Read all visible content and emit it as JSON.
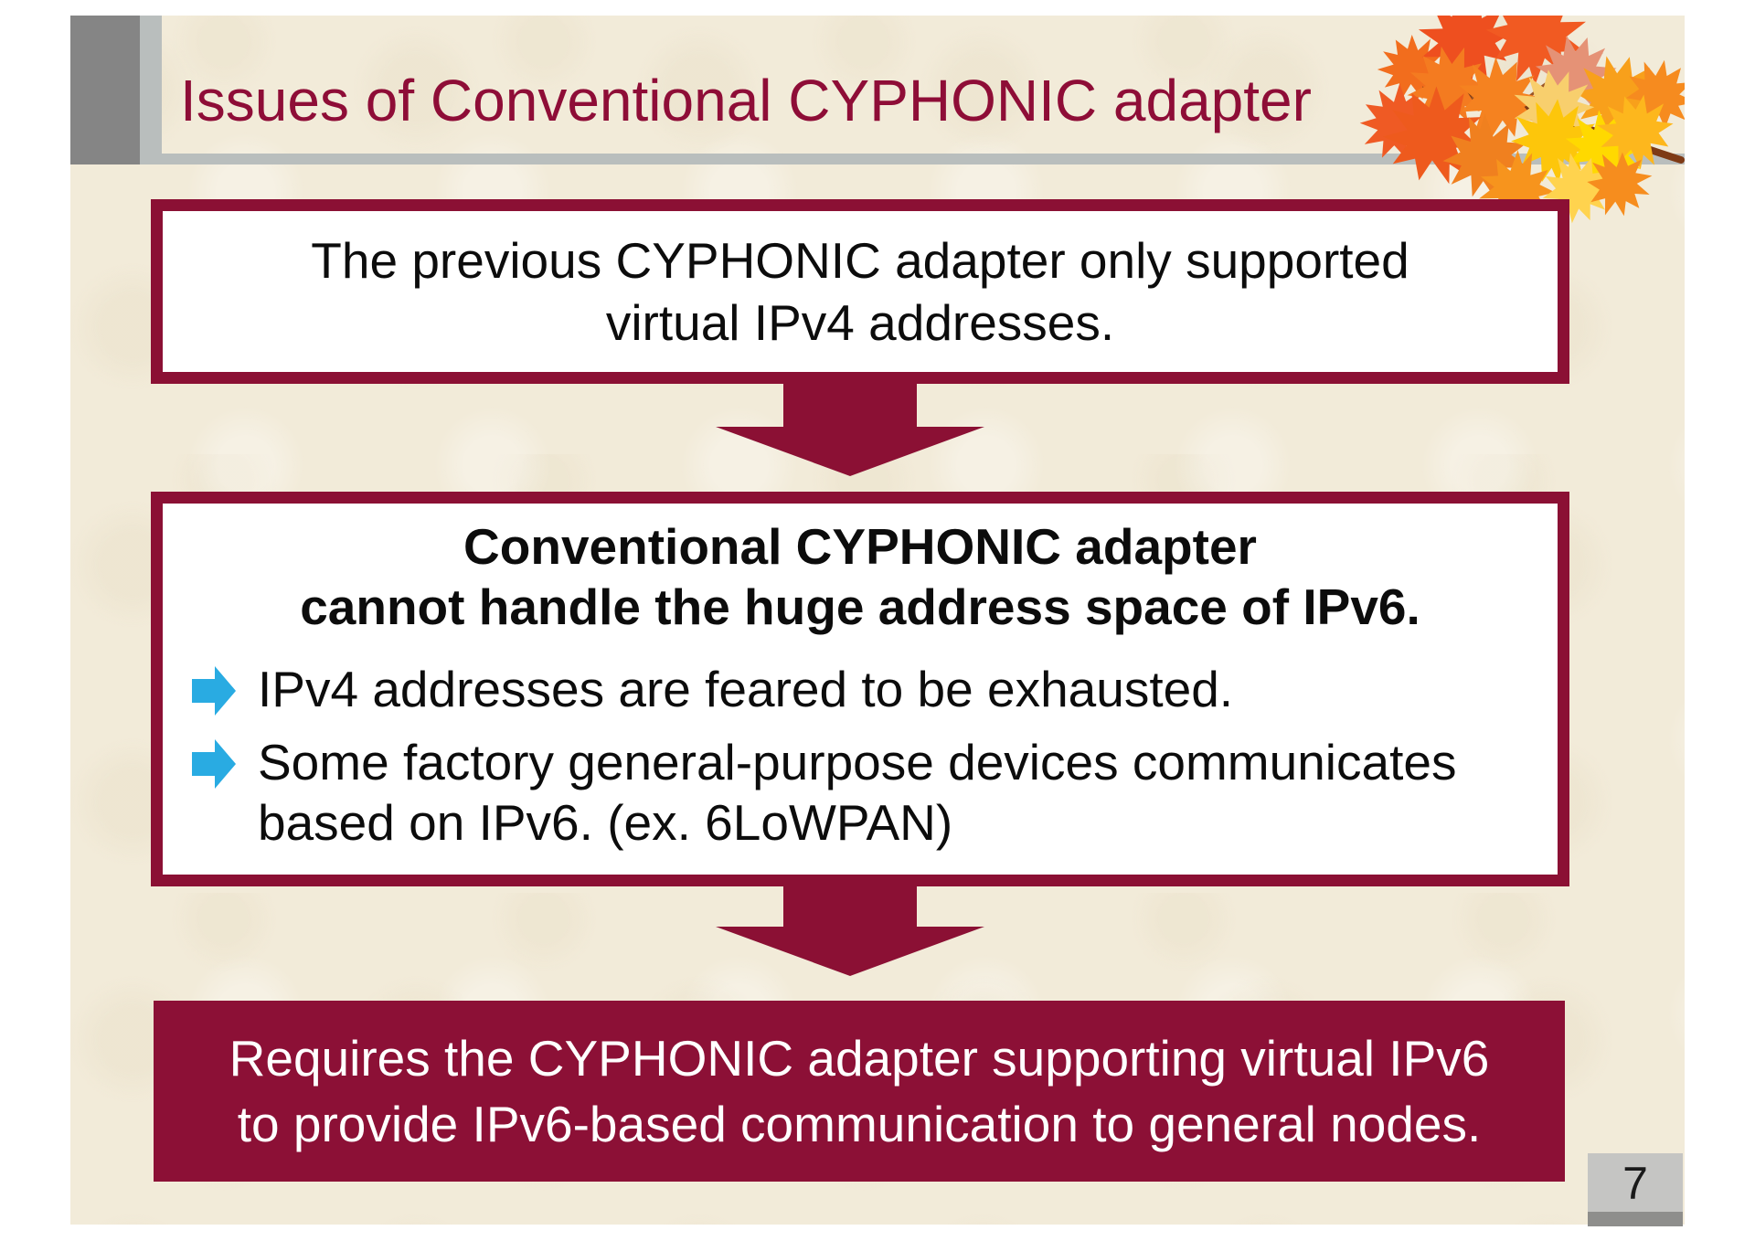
{
  "slide": {
    "title": "Issues of Conventional CYPHONIC adapter",
    "page_number": "7",
    "premise_box": {
      "line1": "The previous CYPHONIC adapter only supported",
      "line2": "virtual IPv4 addresses."
    },
    "problem_box": {
      "heading_line1": "Conventional CYPHONIC adapter",
      "heading_line2": "cannot handle the huge address space of IPv6.",
      "bullet1_line1": "IPv4 addresses are feared to be exhausted.",
      "bullet2_line1": "Some factory general-purpose devices communicates",
      "bullet2_line2": "based on IPv6. (ex. 6LoWPAN)"
    },
    "conclusion_box": {
      "line1": "Requires the CYPHONIC adapter supporting virtual IPv6",
      "line2": "to provide IPv6-based communication to general nodes."
    },
    "icons": {
      "flow_arrow": "maroon-block-arrow-down",
      "bullet": "cyan-block-arrow-right",
      "decoration": "autumn-maple-leaf-branch"
    },
    "colors": {
      "accent_maroon": "#8b1034",
      "title_maroon": "#8e0d37",
      "background_beige": "#f2ebd9",
      "header_gray_dark": "#858585",
      "header_gray_light": "#b9bebd",
      "bullet_cyan": "#29abe2",
      "page_box_gray": "#c5c5c3",
      "page_strip_gray": "#8e8e8c",
      "text_black": "#0c0c0c",
      "text_white": "#ffffff"
    }
  }
}
